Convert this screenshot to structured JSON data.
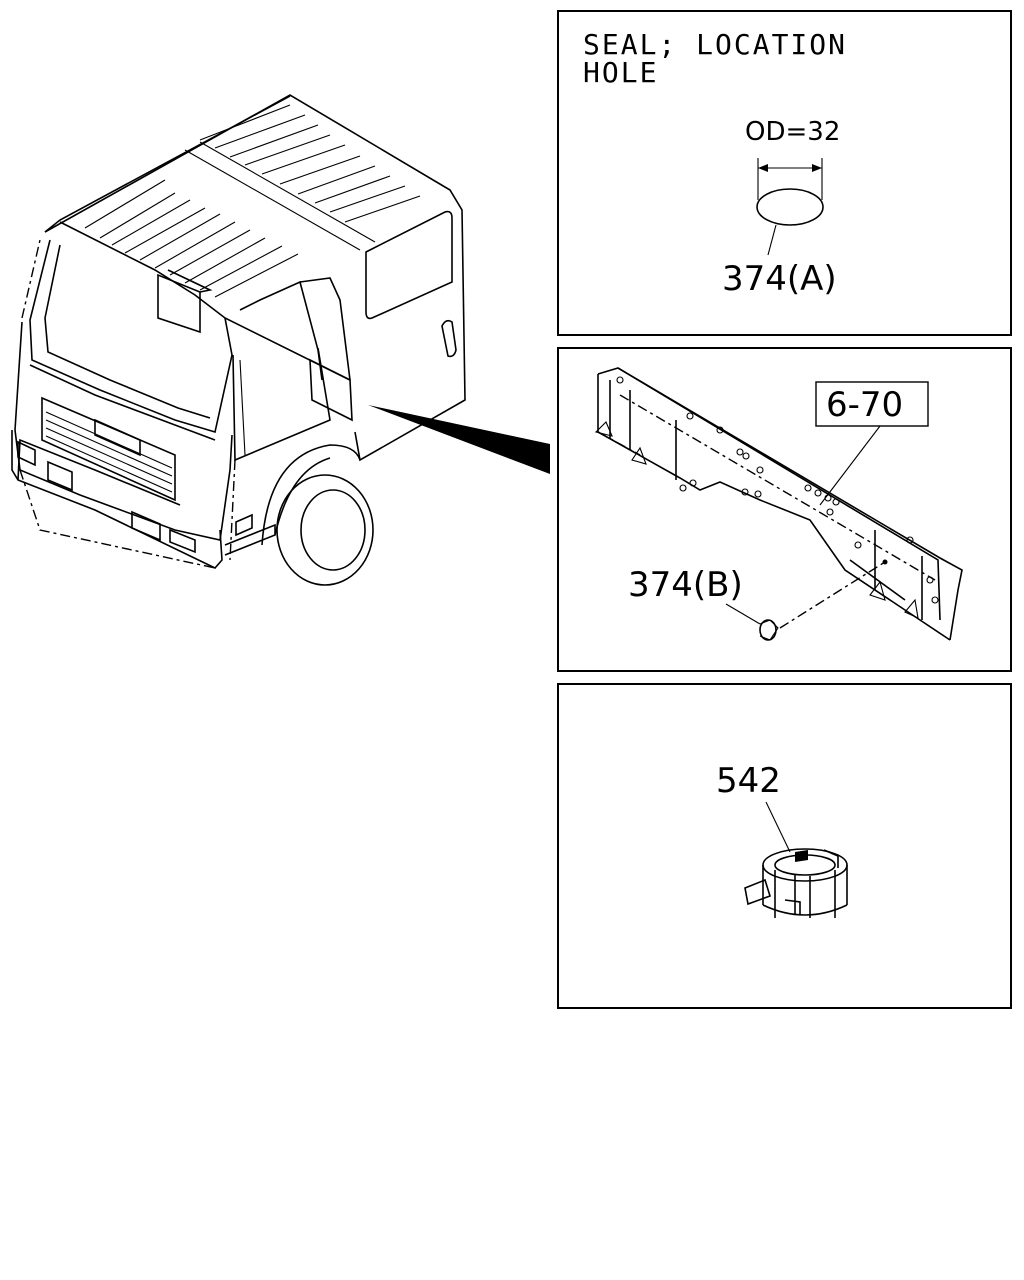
{
  "panel_top": {
    "heading_line1": "SEAL; LOCATION",
    "heading_line2": "HOLE",
    "dimension": "OD=32",
    "part_label": "374(A)"
  },
  "panel_middle": {
    "reference": "6-70",
    "part_label": "374(B)"
  },
  "panel_bottom": {
    "part_label": "542"
  }
}
